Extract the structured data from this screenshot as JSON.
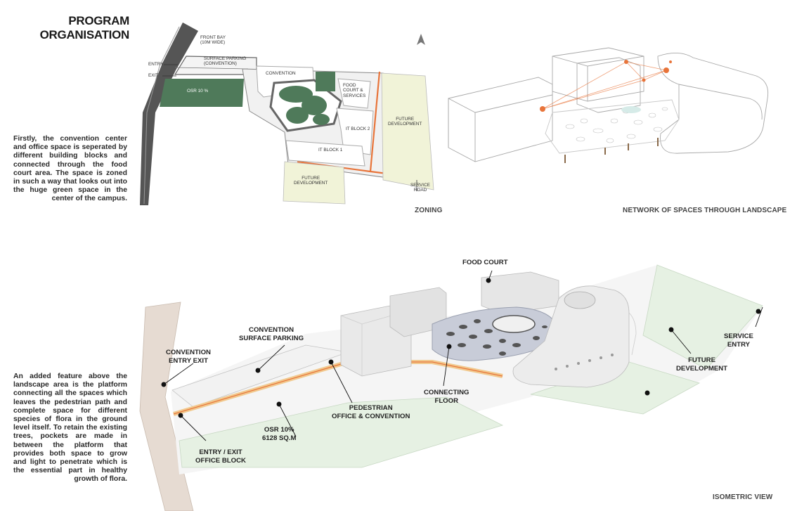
{
  "title": {
    "line1": "PROGRAM",
    "line2": "ORGANISATION"
  },
  "paragraphs": {
    "intro": "Firstly, the convention center and office space is seperated by different building blocks and connected through the food court area. The space is zoned in such a way that looks out into the huge green space in the center of the campus.",
    "feature": "An added feature above the landscape area is the platform connecting all the spaces which leaves the pedestrian path and complete space for different species of flora in the ground level itself. To retain the existing trees, pockets are made in between the platform that provides both space to grow and light to penetrate which is the essential part in healthy growth of flora."
  },
  "captions": {
    "zoning": "ZONING",
    "network": "NETWORK OF SPACES THROUGH LANDSCAPE",
    "isometric": "ISOMETRIC VIEW"
  },
  "zoning_labels": {
    "front_bay_1": "FRONT BAY",
    "front_bay_2": "(10M WIDE)",
    "parking_1": "SURFACE PARKING",
    "parking_2": "(CONVENTION)",
    "entry": "ENTRY",
    "exit": "EXIT",
    "osr": "OSR 10 %",
    "convention": "CONVENTION",
    "food_1": "FOOD",
    "food_2": "COURT &",
    "food_3": "SERVICES",
    "it_block_2": "IT BLOCK 2",
    "it_block_1": "IT BLOCK 1",
    "future_right_1": "FUTURE",
    "future_right_2": "DEVELOPMENT",
    "future_bottom_1": "FUTURE",
    "future_bottom_2": "DEVELOPMENT",
    "service_1": "SERVICE",
    "service_2": "ROAD"
  },
  "iso_labels": {
    "food_court": "FOOD COURT",
    "conv_parking_1": "CONVENTION",
    "conv_parking_2": "SURFACE PARKING",
    "conv_entry_1": "CONVENTION",
    "conv_entry_2": "ENTRY EXIT",
    "service_entry_1": "SERVICE",
    "service_entry_2": "ENTRY",
    "future_dev_1": "FUTURE",
    "future_dev_2": "DEVELOPMENT",
    "connecting_1": "CONNECTING",
    "connecting_2": "FLOOR",
    "pedestrian_1": "PEDESTRIAN",
    "pedestrian_2": "OFFICE & CONVENTION",
    "osr_1": "OSR  10%",
    "osr_2": "6128 SQ.M",
    "entry_office_1": "ENTRY / EXIT",
    "entry_office_2": "OFFICE BLOCK"
  },
  "colors": {
    "green": "#4f7a5a",
    "light_green": "#e6f1e3",
    "future_yellow": "#f1f3d8",
    "orange": "#e8743a",
    "road": "#5e5e5e",
    "building": "#eeeeee"
  }
}
